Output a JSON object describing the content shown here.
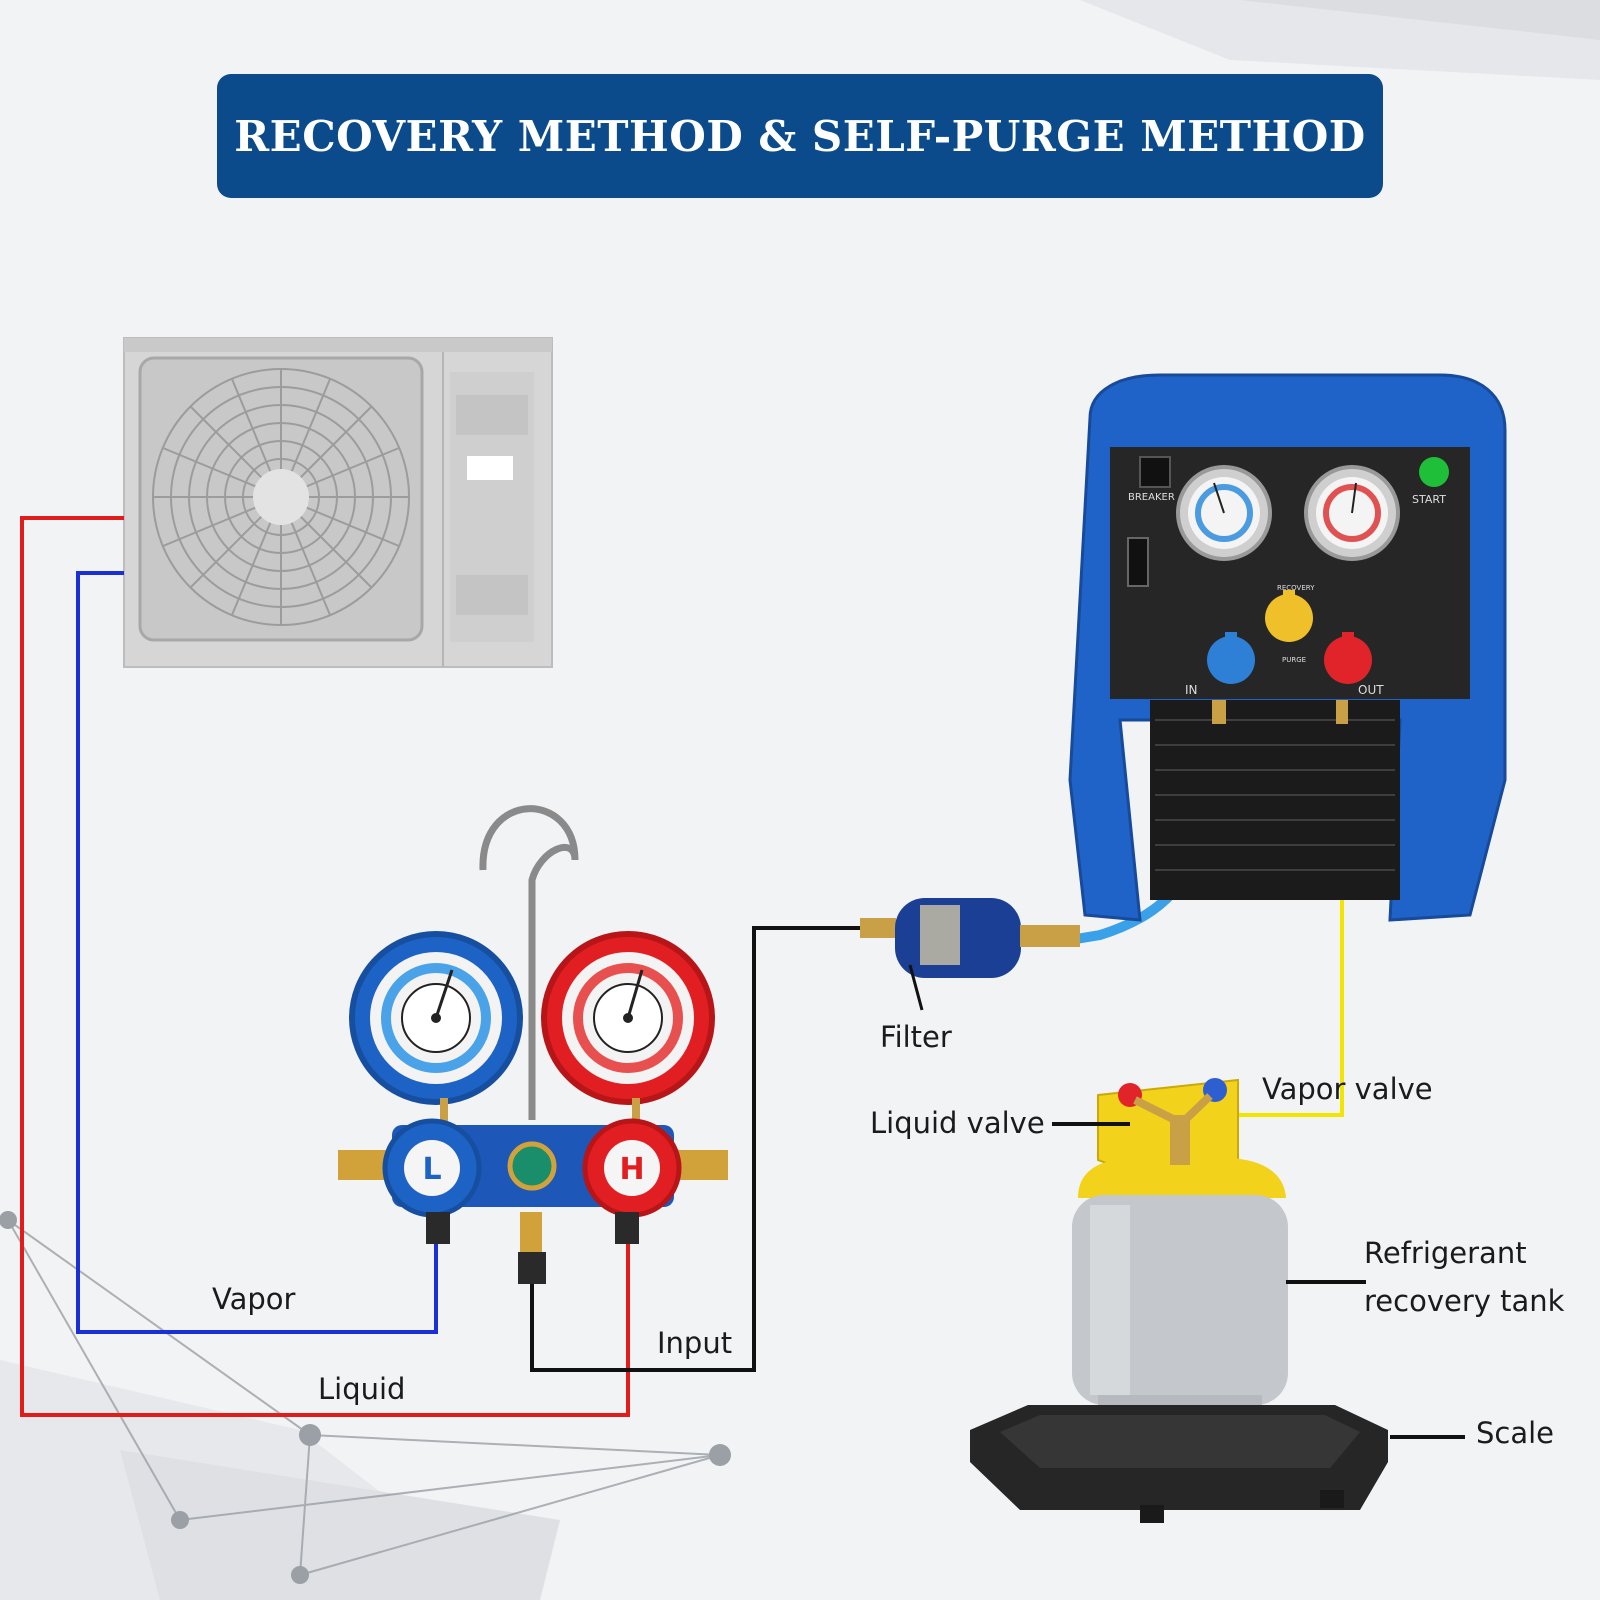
{
  "title": "RECOVERY METHOD & SELF-PURGE METHOD",
  "labels": {
    "vapor": "Vapor",
    "liquid": "Liquid",
    "input": "Input",
    "filter": "Filter",
    "liquid_valve": "Liquid valve",
    "vapor_valve": "Vapor valve",
    "tank_line1": "Refrigerant",
    "tank_line2": "recovery tank",
    "scale": "Scale"
  },
  "machine": {
    "breaker": "BREAKER",
    "start": "START",
    "in": "IN",
    "out": "OUT",
    "recovery": "RECOVERY",
    "purge": "PURGE"
  },
  "manifold": {
    "low": "L",
    "high": "H"
  },
  "colors": {
    "banner": "#0b4b8c",
    "liquid_line": "#e21b1b",
    "vapor_line": "#1a2fd6",
    "input_line": "#111111",
    "purge_line": "#f2e600",
    "machine_blue": "#1f63c8",
    "tank_yellow": "#f2d21a"
  }
}
